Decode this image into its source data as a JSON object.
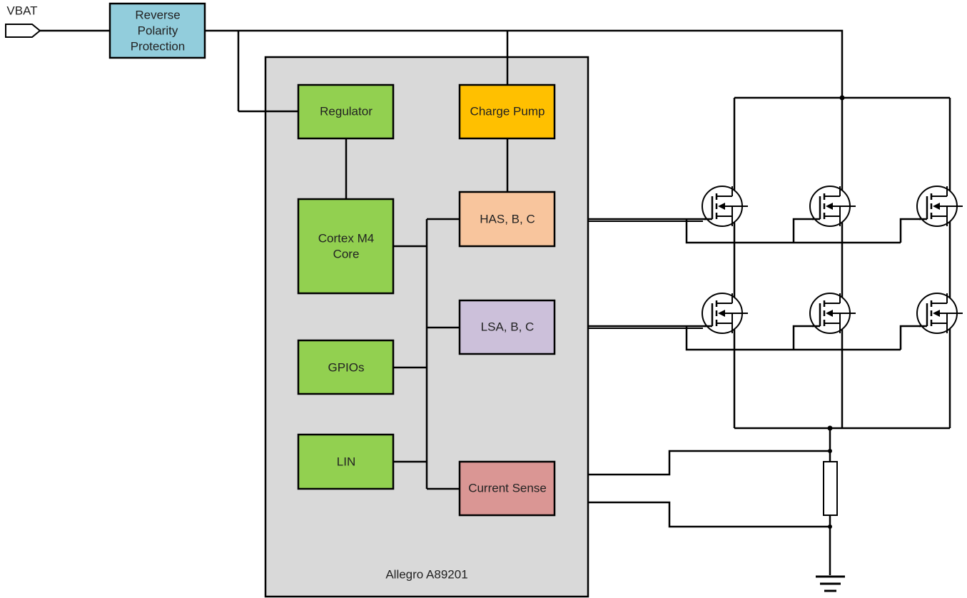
{
  "vbat": {
    "label": "VBAT"
  },
  "protection": {
    "line1": "Reverse",
    "line2": "Polarity",
    "line3": "Protection",
    "color": "#92CDDC"
  },
  "chip": {
    "label": "Allegro A89201",
    "color": "#D9D9D9"
  },
  "blocks": {
    "regulator": {
      "label": "Regulator",
      "color": "#92D050"
    },
    "charge_pump": {
      "label": "Charge Pump",
      "color": "#FFC000"
    },
    "cortex": {
      "line1": "Cortex M4",
      "line2": "Core",
      "color": "#92D050"
    },
    "has": {
      "label": "HAS, B, C",
      "color": "#F8C59D"
    },
    "lsa": {
      "label": "LSA, B, C",
      "color": "#CCC0DA"
    },
    "gpios": {
      "label": "GPIOs",
      "color": "#92D050"
    },
    "lin": {
      "label": "LIN",
      "color": "#92D050"
    },
    "current_sense": {
      "label": "Current Sense",
      "color": "#DA9694"
    }
  }
}
